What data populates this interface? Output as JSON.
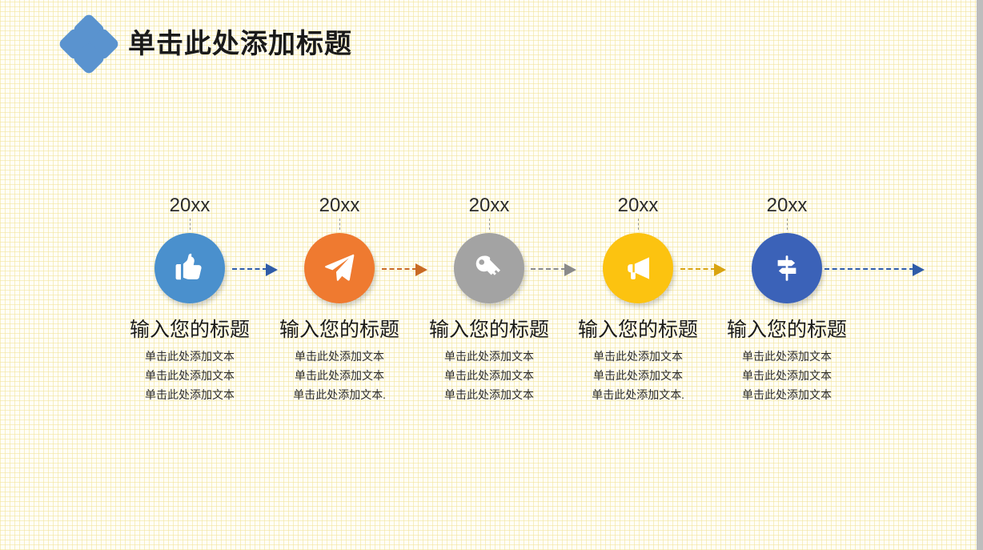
{
  "slide": {
    "title": "单击此处添加标题",
    "logo_icon": "four-petal-diamond-logo",
    "background": "#fffef6",
    "grid_color": "#f1e296"
  },
  "timeline": {
    "steps": [
      {
        "year": "20xx",
        "icon": "thumbs-up-icon",
        "color": "#4a90cd",
        "title": "输入您的标题",
        "lines": [
          "单击此处添加文本",
          "单击此处添加文本",
          "单击此处添加文本"
        ]
      },
      {
        "year": "20xx",
        "icon": "paper-plane-icon",
        "color": "#ef7a30",
        "title": "输入您的标题",
        "lines": [
          "单击此处添加文本",
          "单击此处添加文本",
          "单击此处添加文本."
        ]
      },
      {
        "year": "20xx",
        "icon": "key-icon",
        "color": "#a3a3a3",
        "title": "输入您的标题",
        "lines": [
          "单击此处添加文本",
          "单击此处添加文本",
          "单击此处添加文本"
        ]
      },
      {
        "year": "20xx",
        "icon": "megaphone-icon",
        "color": "#fcc310",
        "title": "输入您的标题",
        "lines": [
          "单击此处添加文本",
          "单击此处添加文本",
          "单击此处添加文本."
        ]
      },
      {
        "year": "20xx",
        "icon": "signpost-icon",
        "color": "#3b62b8",
        "title": "输入您的标题",
        "lines": [
          "单击此处添加文本",
          "单击此处添加文本",
          "单击此处添加文本"
        ]
      }
    ],
    "connectors": [
      {
        "name": "connector-1",
        "color": "#2f5ca8"
      },
      {
        "name": "connector-2",
        "color": "#c96a25"
      },
      {
        "name": "connector-3",
        "color": "#8a8a8a"
      },
      {
        "name": "connector-4",
        "color": "#d9a412"
      },
      {
        "name": "connector-5-end",
        "color": "#2f5ca8"
      }
    ]
  }
}
